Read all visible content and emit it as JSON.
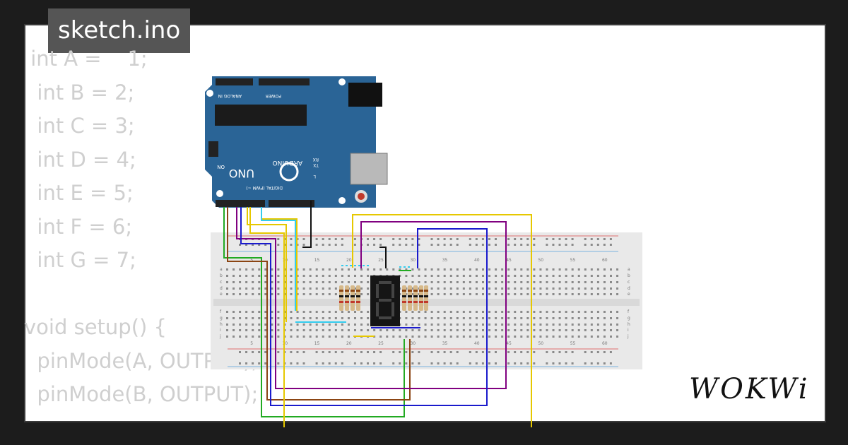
{
  "file_tab": {
    "label": "sketch.ino"
  },
  "code_lines": [
    " int A =    1;",
    "  int B = 2;",
    "  int C = 3;",
    "  int D = 4;",
    "  int E = 5;",
    "  int F = 6;",
    "  int G = 7;",
    "",
    "void setup() {",
    "  pinMode(A, OUTPUT);",
    "  pinMode(B, OUTPUT);"
  ],
  "arduino": {
    "brand": "ARDUINO",
    "model": "UNO",
    "on_label": "ON",
    "digital_label": "DIGITAL (PWM ~)",
    "analog_label": "ANALOG IN",
    "power_label": "POWER",
    "tx_label": "TX",
    "rx_label": "RX",
    "l_label": "L",
    "color_board": "#2a6496"
  },
  "breadboard": {
    "column_numbers": [
      "5",
      "10",
      "15",
      "20",
      "25",
      "30",
      "35",
      "40",
      "45",
      "50",
      "55",
      "60"
    ],
    "row_letters_top": [
      "a",
      "b",
      "c",
      "d",
      "e"
    ],
    "row_letters_bottom": [
      "f",
      "g",
      "h",
      "i",
      "j"
    ]
  },
  "wire_colors": {
    "green": "#22aa22",
    "brown": "#8b4513",
    "purple": "#800080",
    "blue": "#1a1acc",
    "yellow": "#e6c800",
    "cyan": "#33ccee",
    "black": "#111111"
  },
  "brand_logo": {
    "text": "WOKWi"
  }
}
